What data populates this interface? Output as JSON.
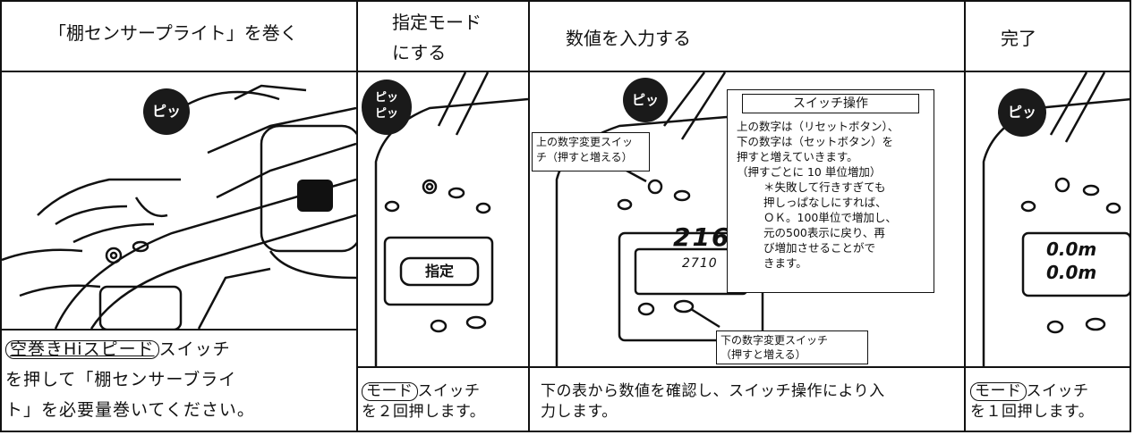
{
  "headers": {
    "col1": "「棚センサープライト」を巻く",
    "col2_line1": "指定モード",
    "col2_line2": "にする",
    "col3": "数値を入力する",
    "col4": "完了"
  },
  "badges": {
    "pi1": "ピッ",
    "pi2_line1": "ピッ",
    "pi2_line2": "ピッ",
    "pi3": "ピッ",
    "pi4": "ピッ"
  },
  "display_panel2": "指定",
  "display_panel3": {
    "top": "2160",
    "bottom": "2710"
  },
  "display_panel4": {
    "top": "0.0m",
    "bottom": "0.0m"
  },
  "callouts": {
    "upper_switch_line1": "上の数字変更スイッ",
    "upper_switch_line2": "チ（押すと増える）",
    "lower_switch_line1": "下の数字変更スイッチ",
    "lower_switch_line2": "（押すと増える）"
  },
  "switch_operation": {
    "title": "スイッチ操作",
    "lines": [
      "上の数字は（リセットボタン）、",
      "下の数字は（セットボタン）を",
      "押すと増えていきます。",
      "（押すごとに 10 単位増加）"
    ],
    "note_lines": [
      "＊失敗して行きすぎても",
      "押しっぱなしにすれば、",
      "ＯＫ。100単位で増加し、",
      "元の500表示に戻り、再",
      "び増加させることがで",
      "きます。"
    ]
  },
  "captions": {
    "col1_key": "空巻きHiスピード",
    "col1_line1_rest": "スイッチ",
    "col1_line2": "を押して「棚センサーブライ",
    "col1_line3": "ト」を必要量巻いてください。",
    "col2_key": "モード",
    "col2_line1_rest": "スイッチ",
    "col2_line2": "を２回押します。",
    "col3_line1": "下の表から数値を確認し、スイッチ操作により入",
    "col3_line2": "力します。",
    "col4_key": "モード",
    "col4_line1_rest": "スイッチ",
    "col4_line2": "を１回押します。"
  }
}
